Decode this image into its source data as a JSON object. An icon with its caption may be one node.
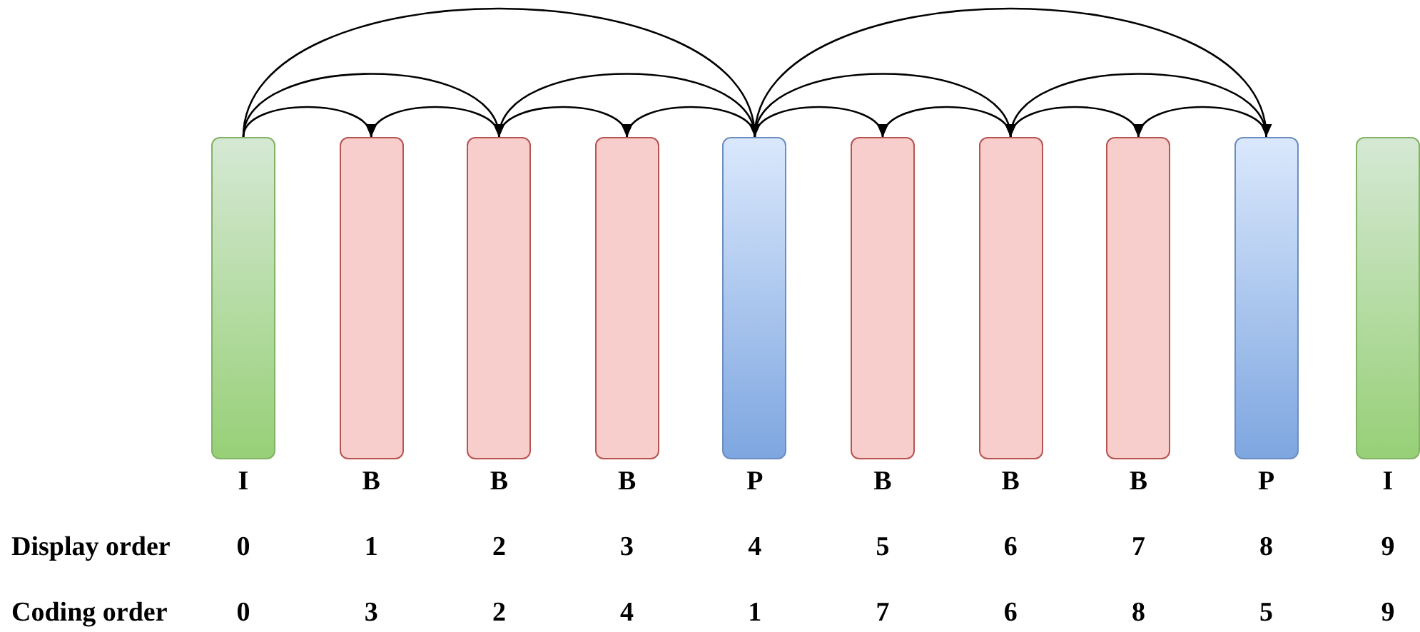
{
  "diagram": {
    "nodes": [
      {
        "text": [
          "I"
        ]
      },
      {
        "text": [
          "B"
        ]
      },
      {
        "text": [
          "B"
        ]
      },
      {
        "text": [
          "B"
        ]
      },
      {
        "text": [
          "P"
        ]
      },
      {
        "text": [
          "B"
        ]
      },
      {
        "text": [
          "B"
        ]
      },
      {
        "text": [
          "B"
        ]
      },
      {
        "text": [
          "P"
        ]
      },
      {
        "text": [
          "I"
        ]
      }
    ],
    "edges": [
      {
        "from": 0,
        "to": 1,
        "arrow": "to"
      },
      {
        "from": 0,
        "to": 2,
        "arrow": "to"
      },
      {
        "from": 0,
        "to": 4,
        "arrow": "to"
      },
      {
        "from": 2,
        "to": 1,
        "arrow": "to"
      },
      {
        "from": 2,
        "to": 3,
        "arrow": "to"
      },
      {
        "from": 4,
        "to": 3,
        "arrow": "to"
      },
      {
        "from": 4,
        "to": 2,
        "arrow": "to"
      },
      {
        "from": 4,
        "to": 5,
        "arrow": "to"
      },
      {
        "from": 4,
        "to": 6,
        "arrow": "to"
      },
      {
        "from": 4,
        "to": 8,
        "arrow": "to"
      },
      {
        "from": 6,
        "to": 5,
        "arrow": "to"
      },
      {
        "from": 6,
        "to": 7,
        "arrow": "to"
      },
      {
        "from": 8,
        "to": 7,
        "arrow": "to"
      },
      {
        "from": 8,
        "to": 6,
        "arrow": "to"
      }
    ],
    "labels": [
      "Display order",
      "0",
      "1",
      "2",
      "3",
      "4",
      "5",
      "6",
      "7",
      "8",
      "9",
      "Coding order",
      "0",
      "3",
      "2",
      "4",
      "1",
      "7",
      "6",
      "8",
      "5",
      "9"
    ]
  }
}
